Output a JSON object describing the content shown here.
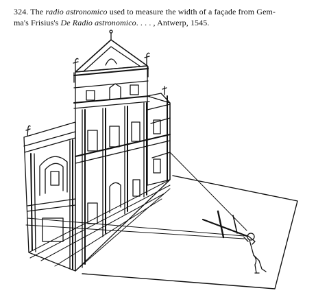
{
  "caption": {
    "number": "324.",
    "the": "The",
    "instrument_name": "radio astronomico",
    "line1_rest": "used to measure the width of a façade from Gem-",
    "line2_start": "ma's Frisius's",
    "book_title": "De Radio astronomico",
    "line2_end": ". . . . , Antwerp, 1545."
  },
  "illustration": {
    "subject": "woodcut of an observer using a cross-staff (radio astronomico) to measure the width of a building façade",
    "colors": {
      "ink": "#111111",
      "paper": "#ffffff"
    }
  }
}
